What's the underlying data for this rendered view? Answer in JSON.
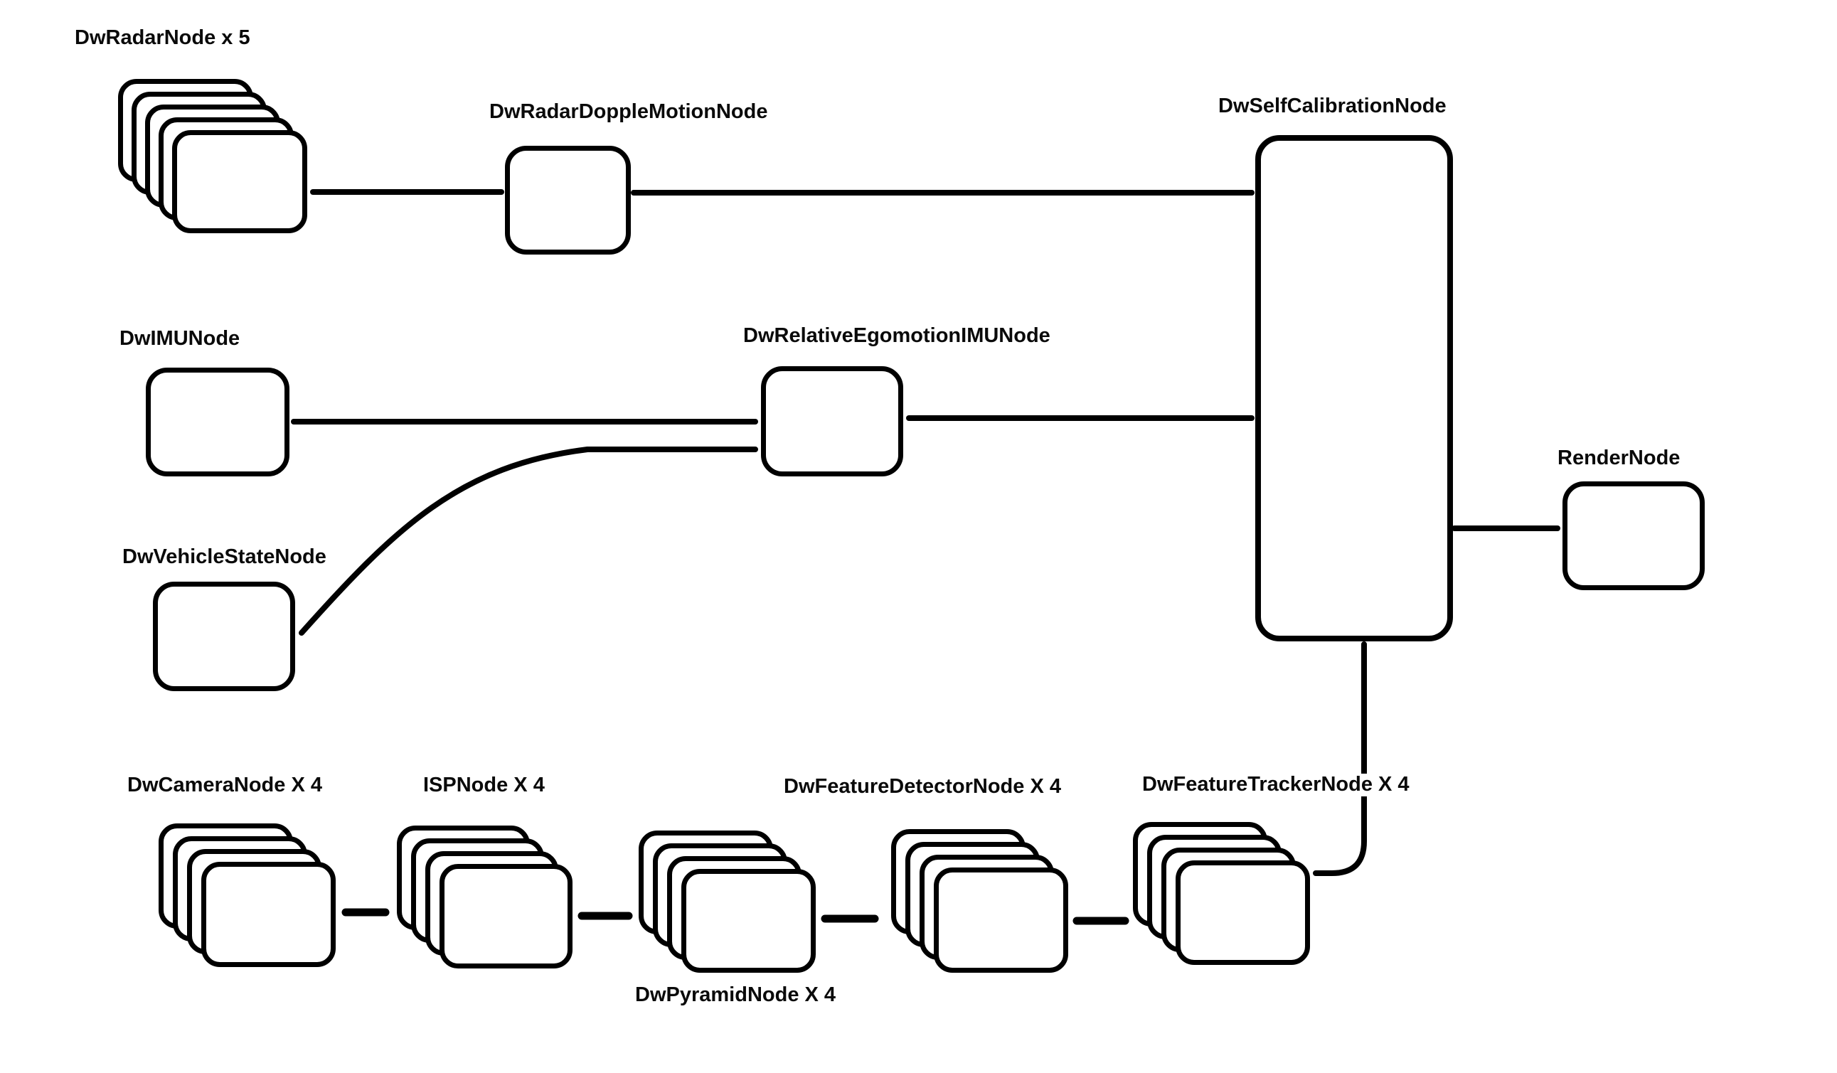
{
  "diagram_title": "",
  "colors": {
    "background": "#ffffff",
    "stroke": "#000000",
    "text": "#0a0a0a"
  },
  "nodes": {
    "radar": {
      "label": "DwRadarNode x 5",
      "name": "DwRadarNode",
      "count": 5
    },
    "dopple": {
      "label": "DwRadarDoppleMotionNode",
      "name": "DwRadarDoppleMotionNode",
      "count": 1
    },
    "selfcalib": {
      "label": "DwSelfCalibrationNode",
      "name": "DwSelfCalibrationNode",
      "count": 1
    },
    "imu": {
      "label": "DwIMUNode",
      "name": "DwIMUNode",
      "count": 1
    },
    "ego": {
      "label": "DwRelativeEgomotionIMUNode",
      "name": "DwRelativeEgomotionIMUNode",
      "count": 1
    },
    "vehicle": {
      "label": "DwVehicleStateNode",
      "name": "DwVehicleStateNode",
      "count": 1
    },
    "render": {
      "label": "RenderNode",
      "name": "RenderNode",
      "count": 1
    },
    "camera": {
      "label": "DwCameraNode X 4",
      "name": "DwCameraNode",
      "count": 4
    },
    "isp": {
      "label": "ISPNode X 4",
      "name": "ISPNode",
      "count": 4
    },
    "pyramid": {
      "label": "DwPyramidNode X 4",
      "name": "DwPyramidNode",
      "count": 4
    },
    "detector": {
      "label": "DwFeatureDetectorNode X 4",
      "name": "DwFeatureDetectorNode",
      "count": 4
    },
    "tracker": {
      "label": "DwFeatureTrackerNode X 4",
      "name": "DwFeatureTrackerNode",
      "count": 4
    }
  },
  "edges": [
    {
      "from": "DwRadarNode",
      "to": "DwRadarDoppleMotionNode"
    },
    {
      "from": "DwRadarDoppleMotionNode",
      "to": "DwSelfCalibrationNode"
    },
    {
      "from": "DwIMUNode",
      "to": "DwRelativeEgomotionIMUNode"
    },
    {
      "from": "DwVehicleStateNode",
      "to": "DwRelativeEgomotionIMUNode"
    },
    {
      "from": "DwRelativeEgomotionIMUNode",
      "to": "DwSelfCalibrationNode"
    },
    {
      "from": "DwSelfCalibrationNode",
      "to": "RenderNode"
    },
    {
      "from": "DwSelfCalibrationNode",
      "to": "DwFeatureTrackerNode"
    },
    {
      "from": "DwCameraNode",
      "to": "ISPNode"
    },
    {
      "from": "ISPNode",
      "to": "DwPyramidNode"
    },
    {
      "from": "DwPyramidNode",
      "to": "DwFeatureDetectorNode"
    },
    {
      "from": "DwFeatureDetectorNode",
      "to": "DwFeatureTrackerNode"
    }
  ]
}
